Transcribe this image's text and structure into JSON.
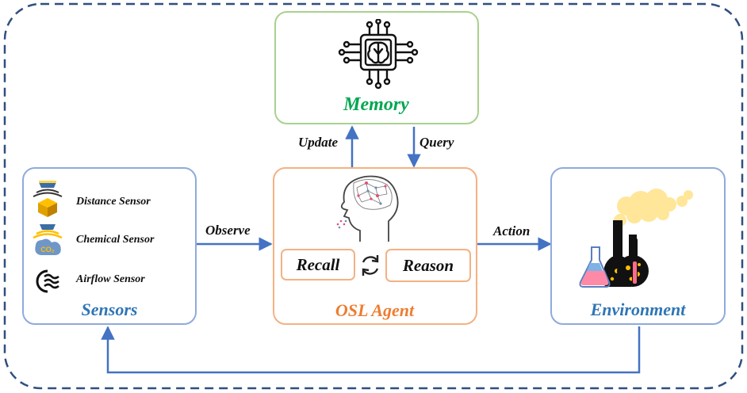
{
  "colors": {
    "frame": "#2f4f7f",
    "arrow": "#4472c4",
    "memory_border": "#a9d18e",
    "memory_text": "#00a651",
    "sensors_border": "#8faadc",
    "sensors_text": "#2e75b6",
    "agent_border": "#f4b183",
    "agent_text": "#ed7d31",
    "environment_border": "#8faadc",
    "environment_text": "#2e75b6",
    "smoke": "#ffe699"
  },
  "memory": {
    "title": "Memory",
    "icon": "brain-chip-icon"
  },
  "agent": {
    "title": "OSL Agent",
    "icon": "head-brain-icon",
    "recall_label": "Recall",
    "reason_label": "Reason",
    "cycle_icon": "refresh-cycle-icon"
  },
  "sensors": {
    "title": "Sensors",
    "items": [
      {
        "label": "Distance Sensor",
        "icon": "distance-sensor-icon"
      },
      {
        "label": "Chemical Sensor",
        "icon": "chemical-sensor-icon",
        "icon_text": "CO₂"
      },
      {
        "label": "Airflow Sensor",
        "icon": "airflow-sensor-icon"
      }
    ]
  },
  "environment": {
    "title": "Environment",
    "icon": "lab-flask-icon"
  },
  "edges": {
    "update": "Update",
    "query": "Query",
    "observe": "Observe",
    "action": "Action"
  }
}
